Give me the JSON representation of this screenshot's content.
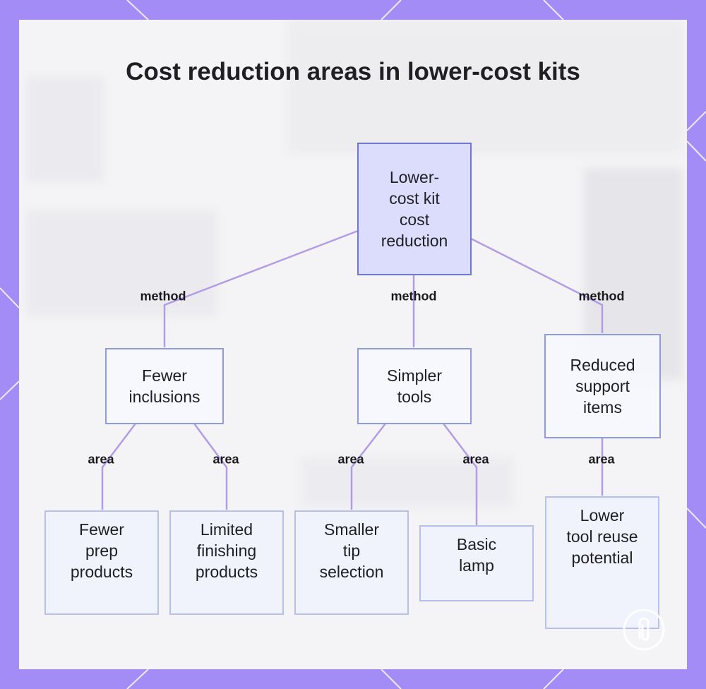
{
  "title": "Cost reduction areas in lower-cost kits",
  "colors": {
    "frame": "#a48cf6",
    "panel": "#f4f4f6",
    "root_fill": "#dcdcfc",
    "root_border": "#6d78d0",
    "node_border": "#8e9bdc",
    "leaf_border": "#b7c0ea",
    "connector": "#b29ce8"
  },
  "nodes": {
    "root": {
      "label": "Lower-\ncost kit\ncost\nreduction"
    },
    "fewer_inclusions": {
      "label": "Fewer\ninclusions"
    },
    "simpler_tools": {
      "label": "Simpler\ntools"
    },
    "reduced_support": {
      "label": "Reduced\nsupport\nitems"
    },
    "fewer_prep": {
      "label": "Fewer\nprep\nproducts"
    },
    "limited_finishing": {
      "label": "Limited\nfinishing\nproducts"
    },
    "smaller_tip": {
      "label": "Smaller\ntip\nselection"
    },
    "basic_lamp": {
      "label": "Basic\nlamp"
    },
    "lower_tool_reuse": {
      "label": "Lower\ntool reuse\npotential"
    }
  },
  "edge_labels": {
    "method_left": "method",
    "method_center": "method",
    "method_right": "method",
    "area_fewer_prep": "area",
    "area_limited_finishing": "area",
    "area_smaller_tip": "area",
    "area_basic_lamp": "area",
    "area_lower_tool_reuse": "area"
  },
  "icons": {
    "watermark": "paperclip-logo-icon"
  }
}
